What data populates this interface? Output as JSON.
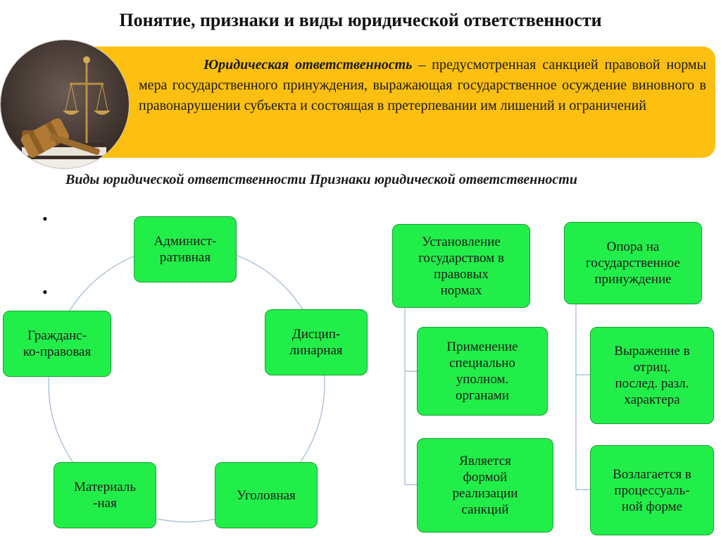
{
  "title": "Понятие, признаки и виды юридической ответственности",
  "definition": {
    "term": "Юридическая ответственность",
    "text": " – предусмотренная санкцией правовой нормы мера государственного принуждения, выражающая государственное осуждение виновного в правонарушении субъекта и состоящая в претерпевании им лишений и ограничений"
  },
  "subheading": "Виды юридической ответственности Признаки юридической ответственности",
  "bullets": [
    "•",
    "•"
  ],
  "types": [
    "Админист-\nративная",
    "Дисцип-\nлинарная",
    "Уголовная",
    "Материаль\n-ная",
    "Граждaнс-\nко-правовая"
  ],
  "features": {
    "col1": {
      "head": "Установление\nгосударством в\nправовых\nнормах",
      "items": [
        "Применение\nспециально\nуполном.\nорганами",
        "Является\nформой\nреализации\nсанкций"
      ]
    },
    "col2": {
      "head": "Опора на\nгосударственное\nпринуждение",
      "items": [
        "Выражение в\nотриц.\nпослед. разл.\nхарактера",
        "Возлагается в\nпроцессуаль-\nной форме"
      ]
    }
  },
  "colors": {
    "banner": "#fdbf10",
    "box": "#22ee4a",
    "box_border": "#1a9e34",
    "connector": "#9fb8d4"
  }
}
